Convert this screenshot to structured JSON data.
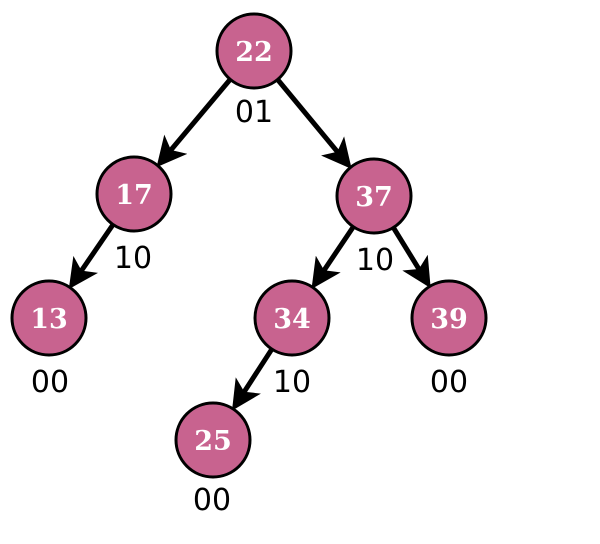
{
  "tree": {
    "nodes": [
      {
        "id": "n22",
        "key": "22",
        "code": "01"
      },
      {
        "id": "n17",
        "key": "17",
        "code": "10"
      },
      {
        "id": "n37",
        "key": "37",
        "code": "10"
      },
      {
        "id": "n13",
        "key": "13",
        "code": "00"
      },
      {
        "id": "n34",
        "key": "34",
        "code": "10"
      },
      {
        "id": "n39",
        "key": "39",
        "code": "00"
      },
      {
        "id": "n25",
        "key": "25",
        "code": "00"
      }
    ],
    "edges": [
      {
        "from": "n22",
        "to": "n17"
      },
      {
        "from": "n22",
        "to": "n37"
      },
      {
        "from": "n17",
        "to": "n13"
      },
      {
        "from": "n37",
        "to": "n34"
      },
      {
        "from": "n37",
        "to": "n39"
      },
      {
        "from": "n34",
        "to": "n25"
      }
    ],
    "colors": {
      "node_fill": "#c8638f",
      "node_stroke": "#000000",
      "edge": "#000000",
      "key_text": "#ffffff",
      "code_text": "#000000"
    }
  }
}
